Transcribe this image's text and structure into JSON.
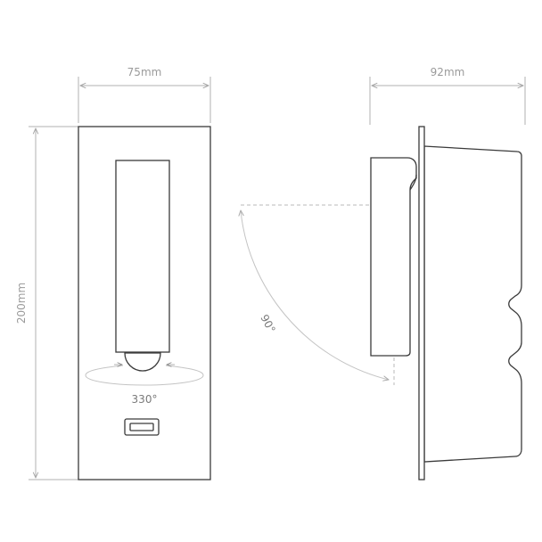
{
  "dimensions": {
    "width_front": "75mm",
    "depth_side": "92mm",
    "height": "200mm"
  },
  "annotations": {
    "rotation": "330°",
    "tilt": "90°"
  }
}
